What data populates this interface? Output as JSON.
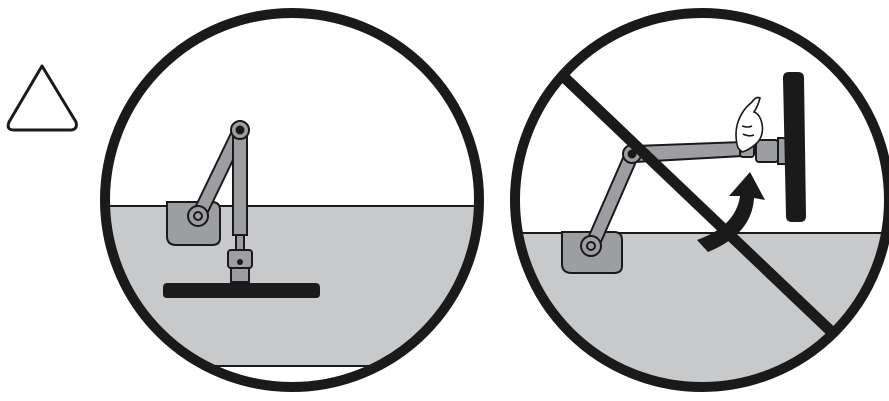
{
  "figure": {
    "caution_symbol": "warning-triangle-icon",
    "panels": [
      {
        "id": "correct",
        "depiction": "monitor-arm-lowered-flat",
        "prohibited": false
      },
      {
        "id": "incorrect",
        "depiction": "monitor-arm-raised-with-hand",
        "prohibited": true
      }
    ]
  },
  "colors": {
    "ink": "#1a1a1a",
    "desk": "#c8c9cb",
    "arm": "#9c9ea1",
    "background": "#ffffff"
  }
}
